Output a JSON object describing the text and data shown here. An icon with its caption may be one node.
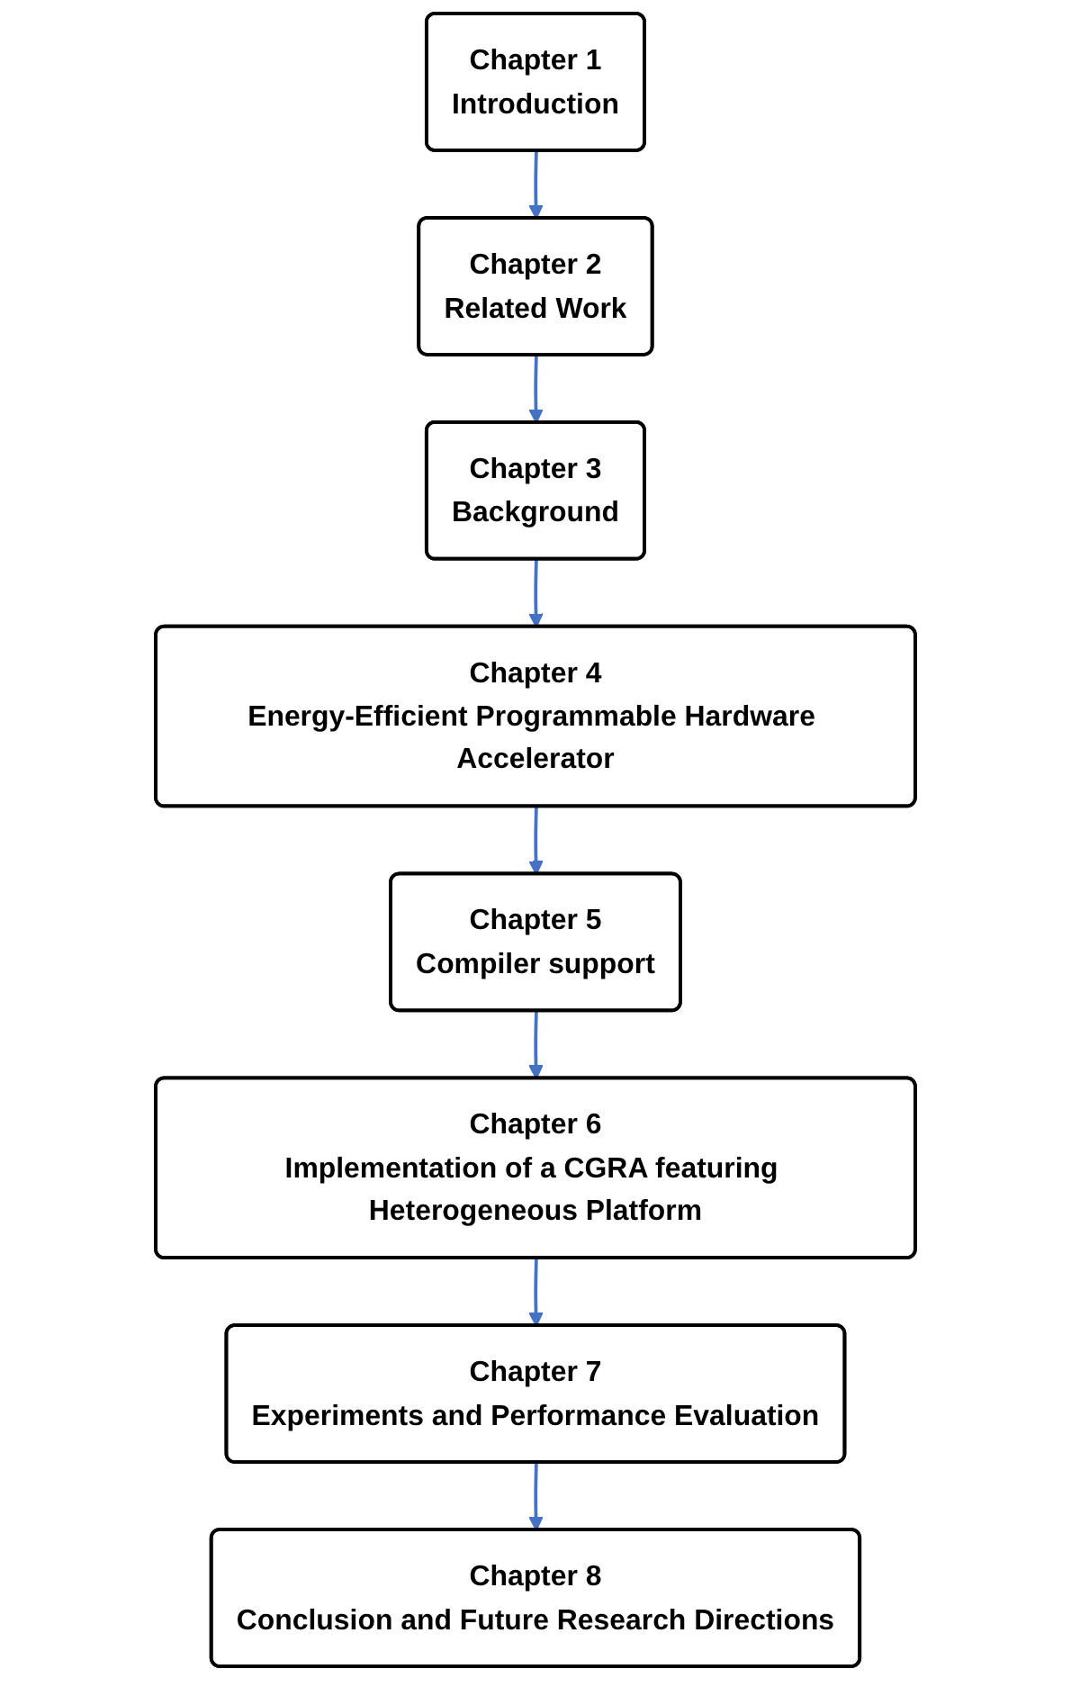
{
  "diagram": {
    "nodes": [
      {
        "text": [
          "Chapter 1",
          "Introduction"
        ]
      },
      {
        "text": [
          "Chapter 2",
          "Related Work"
        ]
      },
      {
        "text": [
          "Chapter 3",
          "Background"
        ]
      },
      {
        "text": [
          "Chapter 4",
          "Energy-Efficient Programmable Hardware Accelerator"
        ]
      },
      {
        "text": [
          "Chapter 5",
          "Compiler support"
        ]
      },
      {
        "text": [
          "Chapter 6",
          "Implementation of a CGRA featuring Heterogeneous Platform"
        ]
      },
      {
        "text": [
          "Chapter 7",
          "Experiments and Performance Evaluation"
        ]
      },
      {
        "text": [
          "Chapter 8",
          "Conclusion and Future Research Directions"
        ]
      }
    ],
    "edges": [
      {
        "from": 0,
        "to": 1,
        "arrow": "to"
      },
      {
        "from": 1,
        "to": 2,
        "arrow": "to"
      },
      {
        "from": 2,
        "to": 3,
        "arrow": "to"
      },
      {
        "from": 3,
        "to": 4,
        "arrow": "to"
      },
      {
        "from": 4,
        "to": 5,
        "arrow": "to"
      },
      {
        "from": 5,
        "to": 6,
        "arrow": "to"
      },
      {
        "from": 6,
        "to": 7,
        "arrow": "to"
      }
    ]
  }
}
